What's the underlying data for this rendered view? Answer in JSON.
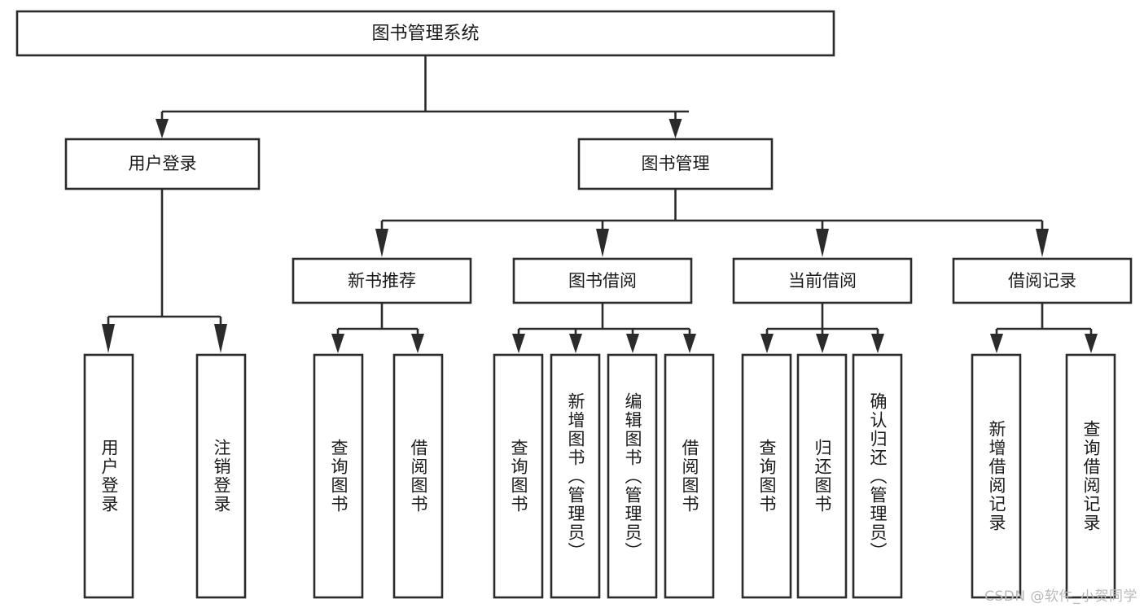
{
  "diagram": {
    "title": "图书管理系统",
    "type": "tree",
    "watermark": "CSDN @软件_小贺同学",
    "colors": {
      "stroke": "#2b2b2b",
      "fill": "#ffffff",
      "text": "#1a1a1a",
      "watermark": "#b9b9b9",
      "background": "#ffffff"
    },
    "root": {
      "label": "图书管理系统"
    },
    "level2": [
      {
        "id": "user-login",
        "label": "用户登录"
      },
      {
        "id": "book-manage",
        "label": "图书管理"
      }
    ],
    "level3": [
      {
        "id": "new-book-rec",
        "label": "新书推荐"
      },
      {
        "id": "book-borrow",
        "label": "图书借阅"
      },
      {
        "id": "current-borrow",
        "label": "当前借阅"
      },
      {
        "id": "borrow-record",
        "label": "借阅记录"
      }
    ],
    "leaves": {
      "user_login": [
        {
          "id": "leaf-user-login",
          "label": "用户登录"
        },
        {
          "id": "leaf-logout-login",
          "label": "注销登录"
        }
      ],
      "new_book_rec": [
        {
          "id": "leaf-query-book-1",
          "label": "查询图书"
        },
        {
          "id": "leaf-borrow-book-1",
          "label": "借阅图书"
        }
      ],
      "book_borrow": [
        {
          "id": "leaf-query-book-2",
          "label": "查询图书"
        },
        {
          "id": "leaf-add-book",
          "label": "新增图书（管理员）"
        },
        {
          "id": "leaf-edit-book",
          "label": "编辑图书（管理员）"
        },
        {
          "id": "leaf-borrow-book-2",
          "label": "借阅图书"
        }
      ],
      "current_borrow": [
        {
          "id": "leaf-query-book-3",
          "label": "查询图书"
        },
        {
          "id": "leaf-return-book",
          "label": "归还图书"
        },
        {
          "id": "leaf-confirm-return",
          "label": "确认归还（管理员）"
        }
      ],
      "borrow_record": [
        {
          "id": "leaf-add-record",
          "label": "新增借阅记录"
        },
        {
          "id": "leaf-query-record",
          "label": "查询借阅记录"
        }
      ]
    }
  }
}
